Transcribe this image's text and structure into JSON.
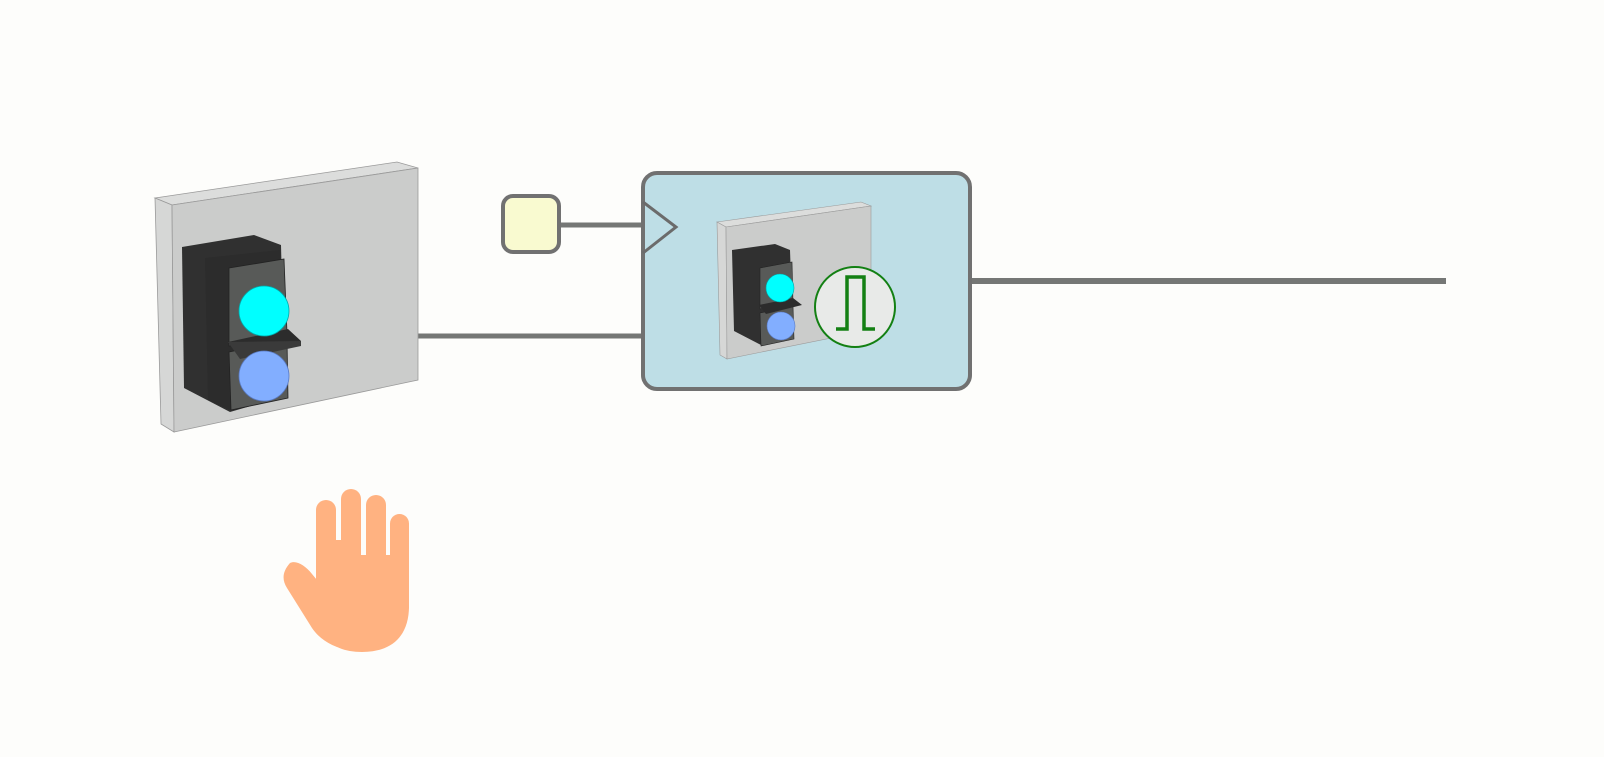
{
  "canvas": {
    "background": "#fdfdfb"
  },
  "colors": {
    "wire": "#757775",
    "panel_front": "#cbcccb",
    "panel_edge": "#dcdddc",
    "housing_dark": "#303030",
    "housing_mid": "#585a58",
    "light_top": "#00ffff",
    "light_bottom": "#82aeff",
    "block_fill": "#bedee6",
    "block_border": "#717171",
    "input_fill": "#f9fad0",
    "pulse_fill": "#e8eae8",
    "pulse_stroke": "#138013",
    "hand": "#ffb281"
  },
  "components": {
    "left_indicator": {
      "icon": "traffic-light-indicator",
      "lights": [
        "on",
        "off"
      ]
    },
    "input_port": {
      "icon": "input-box"
    },
    "timer_block": {
      "icon": "indicator-thumbnail",
      "badge": "pulse-icon"
    },
    "output_wire": {
      "icon": "wire"
    },
    "hand": {
      "icon": "hand-icon"
    }
  }
}
